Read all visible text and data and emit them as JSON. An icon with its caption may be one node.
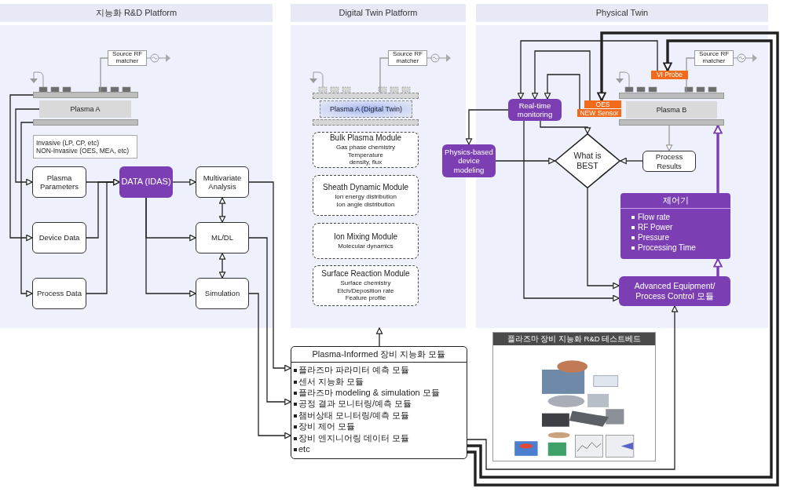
{
  "diagram": {
    "nodes": [
      {
        "text": [
          "지능화 R&D Platform"
        ]
      },
      {
        "text": [
          "Source RF matcher"
        ],
        "in": 0
      },
      {
        "text": [],
        "shape": "bar",
        "in": 0
      },
      {
        "text": [
          "Plasma A"
        ],
        "in": 0
      },
      {
        "text": [],
        "shape": "bar",
        "in": 0
      },
      {
        "text": [
          "Invasive (LP, CP, etc)",
          "NON-Invasive (OES, MEA, etc)"
        ],
        "in": 0
      },
      {
        "text": [
          "Plasma Parameters"
        ],
        "in": 0
      },
      {
        "text": [
          "Device Data"
        ],
        "in": 0
      },
      {
        "text": [
          "Process Data"
        ],
        "in": 0
      },
      {
        "text": [
          "DATA (IDAS)"
        ],
        "in": 0
      },
      {
        "text": [
          "Multivariate Analysis"
        ],
        "in": 0
      },
      {
        "text": [
          "ML/DL"
        ],
        "in": 0
      },
      {
        "text": [
          "Simulation"
        ],
        "in": 0
      },
      {
        "text": [
          "Digital Twin Platform"
        ]
      },
      {
        "text": [
          "Source RF matcher"
        ],
        "in": 13
      },
      {
        "text": [],
        "shape": "bar",
        "in": 13
      },
      {
        "text": [
          "Plasma A (Digital Twin)"
        ],
        "in": 13
      },
      {
        "text": [],
        "shape": "bar",
        "in": 13
      },
      {
        "text": [
          "Bulk Plasma Module",
          "Gas phase chemistry",
          "Temperature",
          "density, flux"
        ],
        "in": 13
      },
      {
        "text": [
          "Sheath Dynamic Module",
          "Ion energy distribution",
          "Ion angle distribution"
        ],
        "in": 13
      },
      {
        "text": [
          "Ion Mixing Module",
          "Molecular dynamics"
        ],
        "in": 13
      },
      {
        "text": [
          "Surface Reaction Module",
          "Surface chemistry",
          "Etch/Deposition rate",
          "Feature profile"
        ],
        "in": 13
      },
      {
        "text": [
          "Physical Twin"
        ]
      },
      {
        "text": [
          "VI Probe"
        ],
        "in": 22
      },
      {
        "text": [
          "Source RF matcher"
        ],
        "in": 22
      },
      {
        "text": [
          "OES"
        ],
        "in": 22
      },
      {
        "text": [
          "NEW Sensor"
        ],
        "in": 22
      },
      {
        "text": [
          "Real-time monitoring"
        ],
        "in": 22
      },
      {
        "text": [],
        "shape": "bar",
        "in": 22
      },
      {
        "text": [
          "Plasma B"
        ],
        "in": 22
      },
      {
        "text": [],
        "shape": "bar",
        "in": 22
      },
      {
        "text": [
          "Physics-based device modeling"
        ]
      },
      {
        "text": [
          "What is BEST"
        ],
        "in": 22
      },
      {
        "text": [
          "Process Results"
        ],
        "in": 22
      },
      {
        "text": [
          "제어기",
          "Flow rate",
          "RF Power",
          "Pressure",
          "Processing Time"
        ],
        "in": 22
      },
      {
        "text": [
          "Advanced Equipment/ Process Control 모듈"
        ],
        "in": 22
      },
      {
        "text": [
          "Plasma-Informed 장비 지능화 모듈",
          "플라즈마 파라미터 예측 모듈",
          "센서 지능화 모듈",
          "플라즈마 modeling & simulation 모듈",
          "공정 결과 모니터링/예측 모듈",
          "챔버상태 모니터링/예측 모듈",
          "장비 제어 모듈",
          "장비 엔지니어링 데이터 모듈",
          "etc"
        ]
      },
      {
        "text": [
          "플라즈마 장비 지능화 R&D 테스트베드"
        ]
      }
    ],
    "edges": [
      {
        "from": 1,
        "to": 2,
        "arrow": "none",
        "color": "#999999"
      },
      {
        "from": 2,
        "to": 7,
        "arrow": "to"
      },
      {
        "from": 3,
        "to": 6,
        "arrow": "to"
      },
      {
        "from": 4,
        "to": 8,
        "arrow": "to"
      },
      {
        "from": 6,
        "to": 9,
        "arrow": "to"
      },
      {
        "from": 7,
        "to": 9,
        "arrow": "to"
      },
      {
        "from": 8,
        "to": 9,
        "arrow": "to"
      },
      {
        "from": 9,
        "to": 10,
        "arrow": "to"
      },
      {
        "from": 9,
        "to": 11,
        "arrow": "to"
      },
      {
        "from": 9,
        "to": 12,
        "arrow": "to"
      },
      {
        "from": 10,
        "to": 11,
        "arrow": "both"
      },
      {
        "from": 11,
        "to": 12,
        "arrow": "both"
      },
      {
        "from": 10,
        "to": 36,
        "arrow": "to"
      },
      {
        "from": 11,
        "to": 36,
        "arrow": "to"
      },
      {
        "from": 12,
        "to": 36,
        "arrow": "to"
      },
      {
        "from": 14,
        "to": 15,
        "arrow": "none",
        "color": "#999999"
      },
      {
        "from": 36,
        "to": 13,
        "arrow": "to"
      },
      {
        "from": 24,
        "to": 28,
        "arrow": "none",
        "color": "#999999"
      },
      {
        "from": 23,
        "to": 27,
        "arrow": "to"
      },
      {
        "from": 25,
        "to": 27,
        "arrow": "to"
      },
      {
        "from": 26,
        "to": 27,
        "arrow": "to"
      },
      {
        "from": 27,
        "to": 31,
        "arrow": "to"
      },
      {
        "from": 27,
        "to": 32,
        "arrow": "to"
      },
      {
        "from": 27,
        "to": 35,
        "arrow": "to"
      },
      {
        "from": 31,
        "to": 32,
        "arrow": "to"
      },
      {
        "from": 33,
        "to": 32,
        "arrow": "to"
      },
      {
        "from": 32,
        "to": 35,
        "arrow": "to"
      },
      {
        "from": 30,
        "to": 33,
        "arrow": "to",
        "color": "#999999"
      },
      {
        "from": 35,
        "to": 34,
        "arrow": "to",
        "style": "thick",
        "color": "#7b3fb3"
      },
      {
        "from": 34,
        "to": 30,
        "arrow": "to",
        "style": "thick",
        "color": "#7b3fb3"
      },
      {
        "from": 36,
        "to": 35,
        "arrow": "to"
      },
      {
        "from": 36,
        "to": 23,
        "arrow": "to",
        "style": "thick"
      },
      {
        "from": 36,
        "to": 25,
        "arrow": "to",
        "style": "thick"
      }
    ]
  }
}
